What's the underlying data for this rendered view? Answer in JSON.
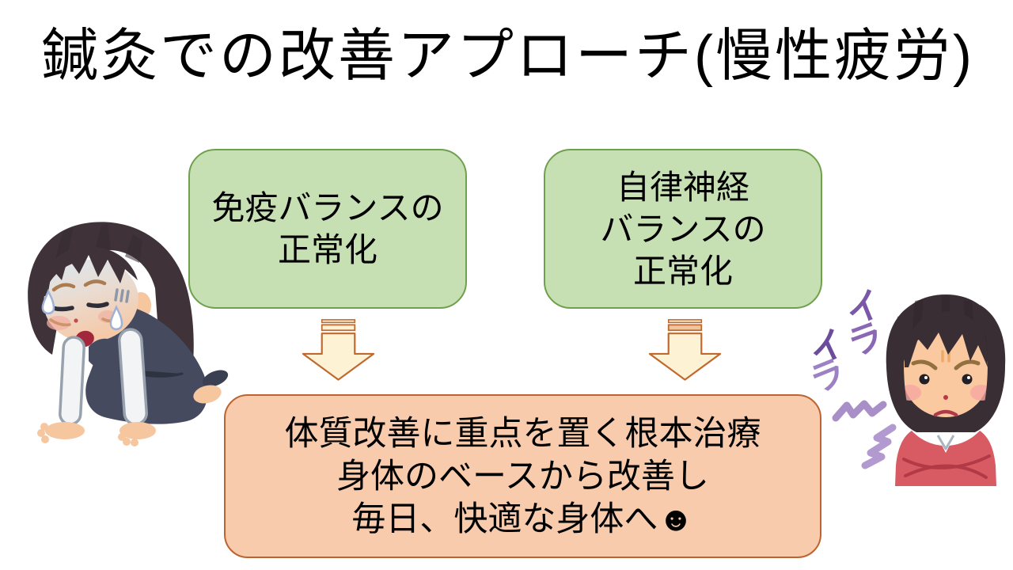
{
  "title": "鍼灸での改善アプローチ(慢性疲労)",
  "boxes": {
    "immune": {
      "lines": [
        "免疫バランスの",
        "正常化"
      ]
    },
    "autonomic": {
      "lines": [
        "自律神経",
        "バランスの",
        "正常化"
      ]
    },
    "treatment": {
      "lines": [
        "体質改善に重点を置く根本治療",
        "身体のベースから改善し",
        "毎日、快適な身体へ☻"
      ]
    }
  },
  "decor": {
    "irritation_chars": [
      "イ",
      "ラ",
      "イ",
      "ラ"
    ],
    "left_illustration": "exhausted-woman-on-all-fours",
    "right_illustration": "irritated-woman-crossed-arms"
  },
  "colors": {
    "green_fill": "#c6e0b4",
    "green_border": "#6fa04c",
    "orange_fill": "#f8cbad",
    "orange_border": "#bc6430",
    "arrow_fill": "#fdf3d4",
    "arrow_border": "#c0692f",
    "purple": "#8a68b4",
    "bg": "#ffffff",
    "text": "#000000"
  }
}
